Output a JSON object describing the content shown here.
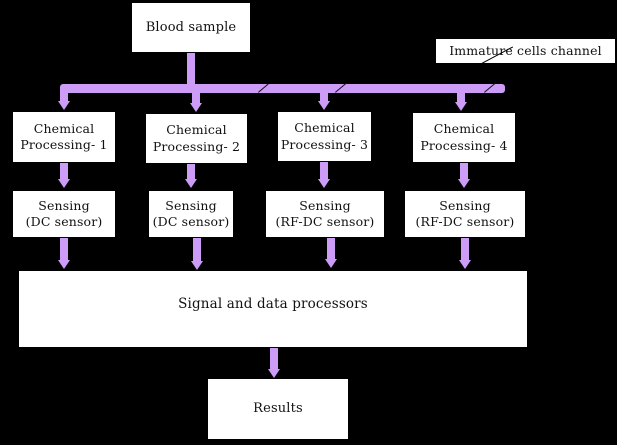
{
  "diagram": {
    "title_nodes": {
      "blood_sample": "Blood sample",
      "immature_cells_channel": "Immature cells channel",
      "processors": "Signal and data processors",
      "results": "Results"
    },
    "colors": {
      "background": "#000000",
      "box_fill": "#ffffff",
      "box_border": "#000000",
      "arrow": "#cc9cf7",
      "text": "#111111"
    },
    "channels": [
      {
        "id": 1,
        "processing_line1": "Chemical",
        "processing_line2": "Processing- 1",
        "sensing_line1": "Sensing",
        "sensing_line2": "(DC sensor)"
      },
      {
        "id": 2,
        "processing_line1": "Chemical",
        "processing_line2": "Processing- 2",
        "sensing_line1": "Sensing",
        "sensing_line2": "(DC sensor)"
      },
      {
        "id": 3,
        "processing_line1": "Chemical",
        "processing_line2": "Processing- 3",
        "sensing_line1": "Sensing",
        "sensing_line2": "(RF-DC sensor)"
      },
      {
        "id": 4,
        "processing_line1": "Chemical",
        "processing_line2": "Processing- 4",
        "sensing_line1": "Sensing",
        "sensing_line2": "(RF-DC sensor)"
      }
    ]
  }
}
